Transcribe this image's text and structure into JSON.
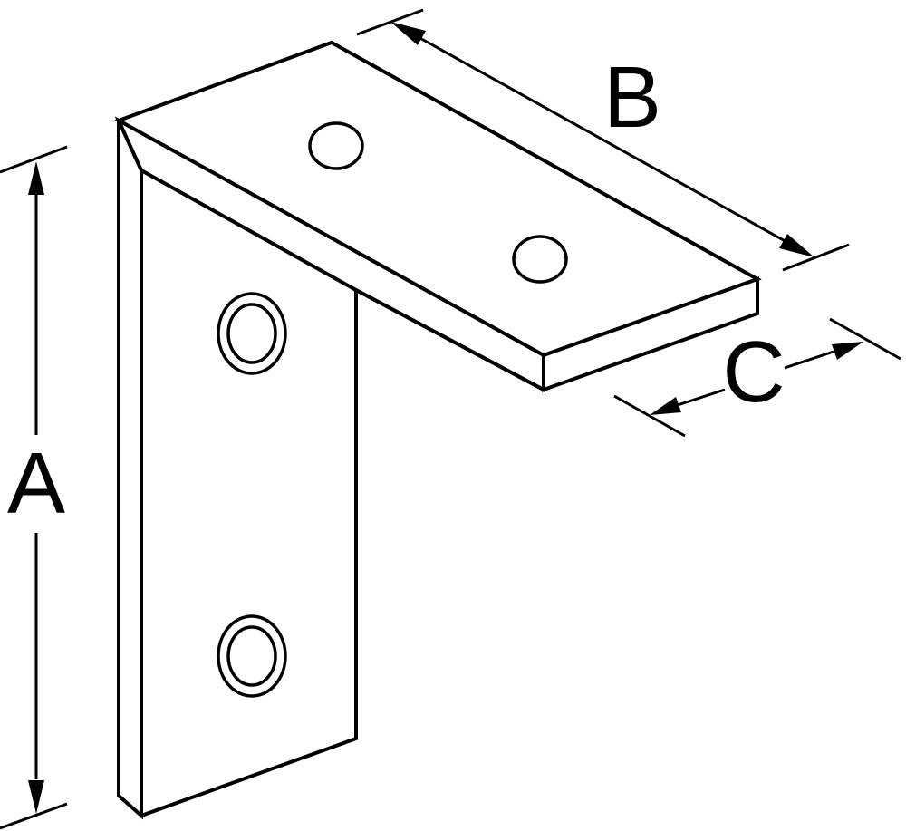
{
  "diagram": {
    "dimension_labels": {
      "a": "A",
      "b": "B",
      "c": "C"
    },
    "colors": {
      "line": "#000000",
      "background": "#ffffff"
    }
  }
}
